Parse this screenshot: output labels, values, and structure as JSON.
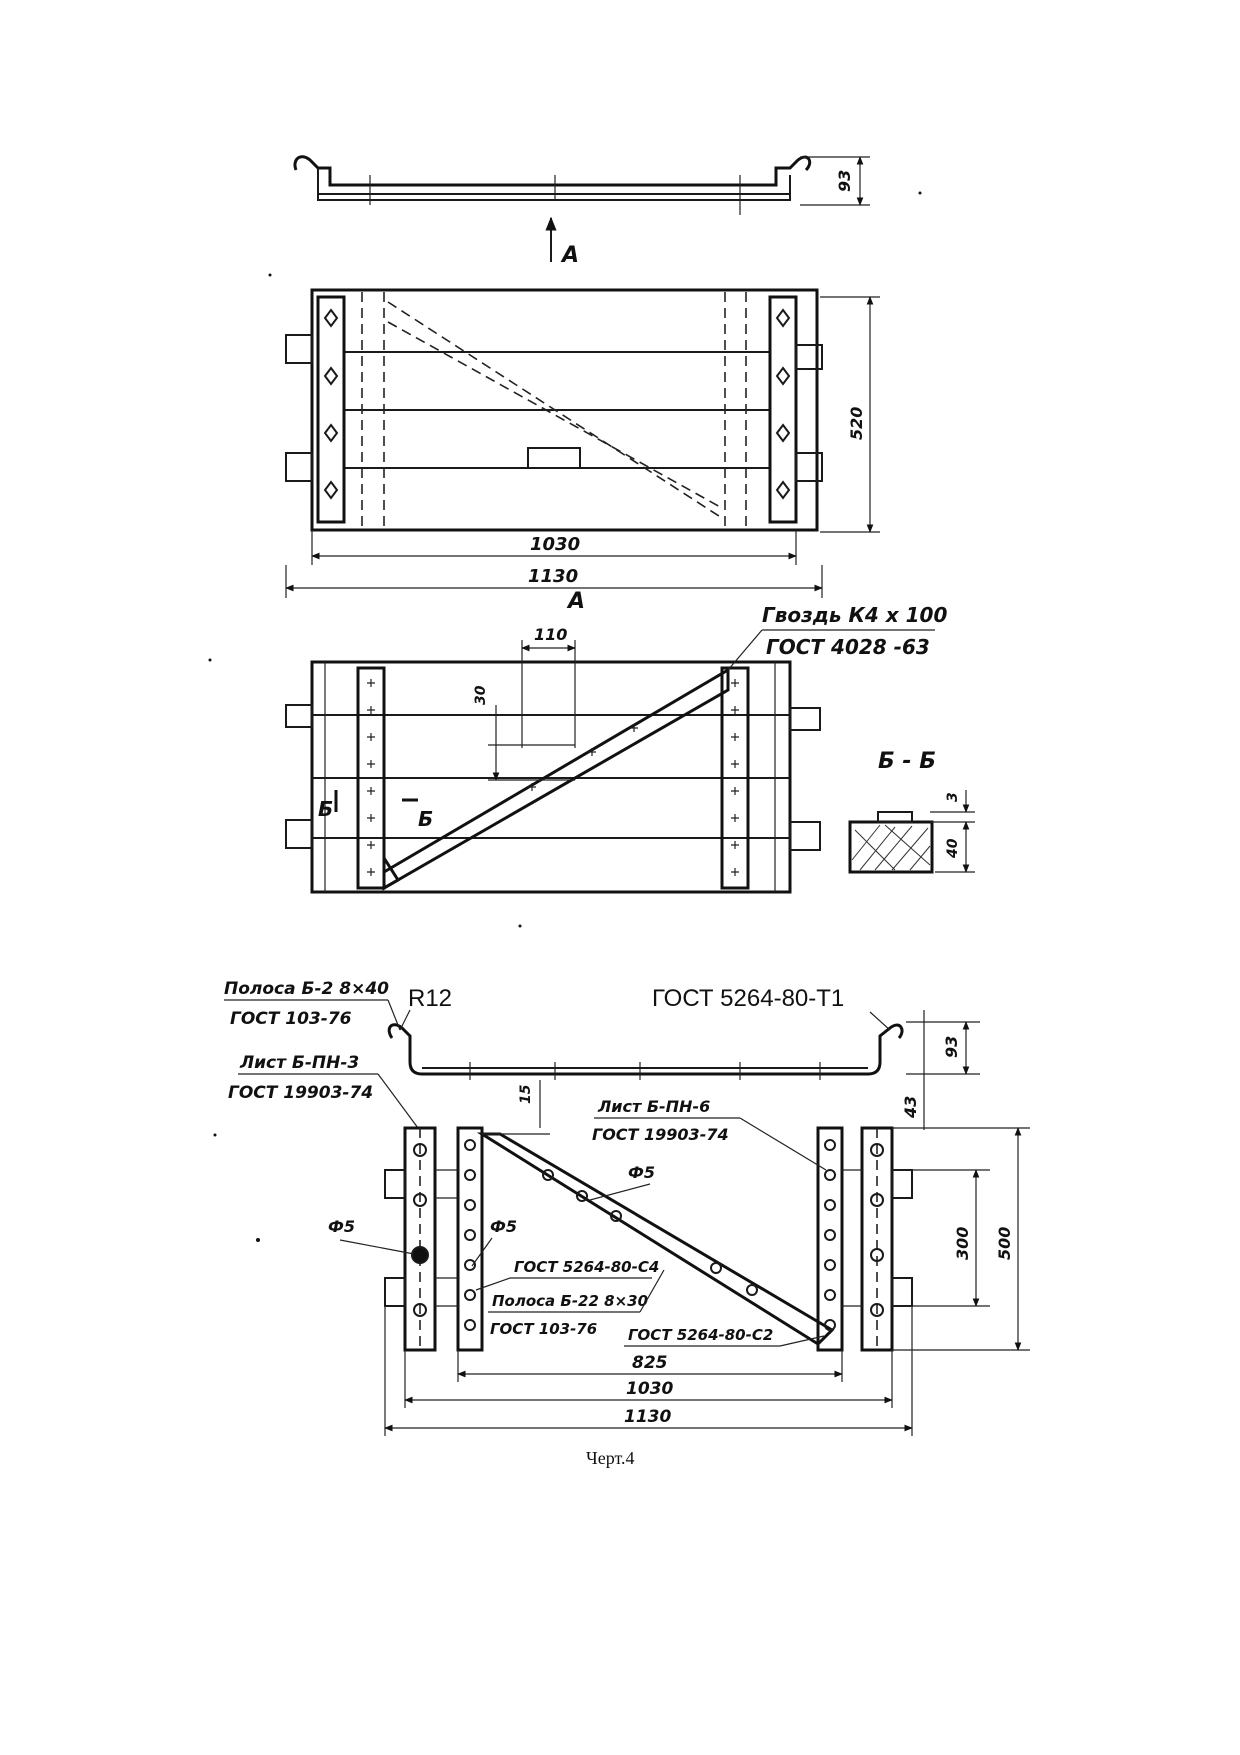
{
  "caption": "Черт.4",
  "view_a": {
    "arrow_label": "А",
    "section_label": "А",
    "dim_height": "93",
    "dim_width_inner": "1030",
    "dim_width_outer": "1130",
    "dim_depth": "520"
  },
  "view_b": {
    "nail_line1": "Гвоздь К4 х 100",
    "nail_line2": "ГОСТ 4028 -63",
    "dim_110": "110",
    "dim_30": "30",
    "cut_mark_left": "Б",
    "cut_mark_right": "Б",
    "section_title": "Б - Б",
    "section_dim_3": "3",
    "section_dim_40": "40"
  },
  "view_c": {
    "strip_label_1": "Полоса Б-2 8×40",
    "strip_label_2": "ГОСТ 103-76",
    "radius": "R12",
    "gost_t1": "ГОСТ 5264-80-Т1",
    "sheet_label_1": "Лист Б-ПН-3",
    "sheet_label_2": "ГОСТ 19903-74",
    "sheet_label_3": "Лист Б-ПН-6",
    "sheet_label_4": "ГОСТ 19903-74",
    "phi5_a": "Ф5",
    "phi5_b": "Ф5",
    "phi5_c": "Ф5",
    "gost_c4": "ГОСТ 5264-80-С4",
    "strip2_label_1": "Полоса Б-22 8×30",
    "strip2_label_2": "ГОСТ 103-76",
    "gost_c2": "ГОСТ 5264-80-С2",
    "dim_15": "15",
    "dim_93": "93",
    "dim_43": "43",
    "dim_300": "300",
    "dim_500": "500",
    "dim_825": "825",
    "dim_1030": "1030",
    "dim_1130": "1130"
  }
}
